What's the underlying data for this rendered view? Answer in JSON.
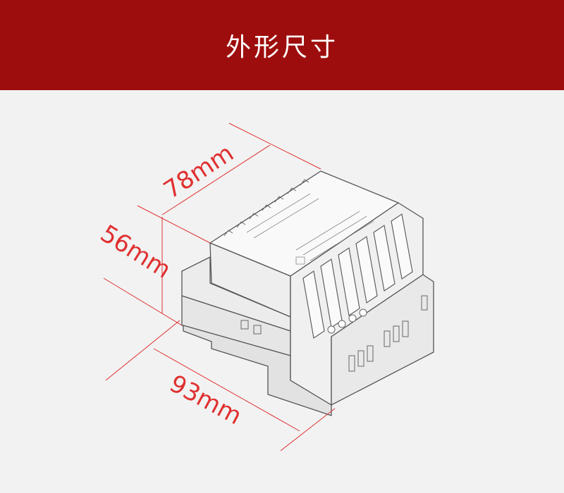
{
  "header": {
    "title": "外形尺寸"
  },
  "dimensions": {
    "length": "78mm",
    "height": "56mm",
    "width": "93mm"
  },
  "colors": {
    "header_bg": "#9e0d0d",
    "dimension": "#e03030",
    "background": "#f2f2f2",
    "outline": "#555555"
  }
}
